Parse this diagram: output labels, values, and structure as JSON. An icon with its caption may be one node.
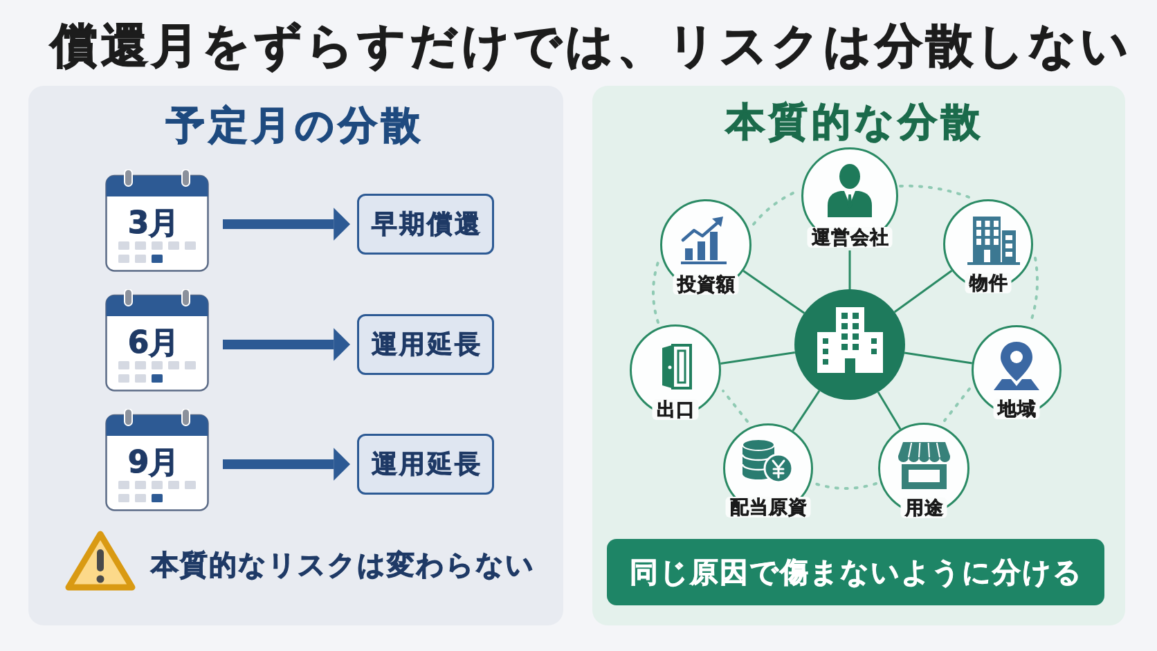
{
  "diagram": {
    "title": "償還月をずらすだけでは、リスクは分散しない",
    "nodes": [
      {
        "text": [
          "予定月の分散"
        ]
      },
      {
        "text": [
          "3月"
        ],
        "in": 0
      },
      {
        "text": [
          "早期償還"
        ],
        "in": 0
      },
      {
        "text": [
          "6月"
        ],
        "in": 0
      },
      {
        "text": [
          "運用延長"
        ],
        "in": 0
      },
      {
        "text": [
          "9月"
        ],
        "in": 0
      },
      {
        "text": [
          "運用延長"
        ],
        "in": 0
      },
      {
        "text": [
          "本質的な分散"
        ]
      },
      {
        "text": [
          "運営会社"
        ],
        "in": 7
      },
      {
        "text": [
          "投資額"
        ],
        "in": 7
      },
      {
        "text": [
          "物件"
        ],
        "in": 7
      },
      {
        "text": [],
        "shape": "circle",
        "in": 7
      },
      {
        "text": [
          "出口"
        ],
        "in": 7
      },
      {
        "text": [
          "地域"
        ],
        "in": 7
      },
      {
        "text": [
          "配当原資"
        ],
        "in": 7
      },
      {
        "text": [
          "用途"
        ],
        "in": 7
      },
      {
        "text": [
          "同じ原因で傷まないように分ける"
        ],
        "in": 7
      }
    ],
    "edges": [
      {
        "from": 1,
        "to": 2,
        "arrow": "to",
        "style": "thick",
        "color": "#2d5a94"
      },
      {
        "from": 3,
        "to": 4,
        "arrow": "to",
        "style": "thick",
        "color": "#2d5a94"
      },
      {
        "from": 5,
        "to": 6,
        "arrow": "to",
        "style": "thick",
        "color": "#2d5a94"
      },
      {
        "from": 11,
        "to": 8,
        "arrow": "none"
      },
      {
        "from": 11,
        "to": 9,
        "arrow": "none"
      },
      {
        "from": 11,
        "to": 10,
        "arrow": "none"
      },
      {
        "from": 11,
        "to": 12,
        "arrow": "none"
      },
      {
        "from": 11,
        "to": 13,
        "arrow": "none"
      },
      {
        "from": 11,
        "to": 14,
        "arrow": "none"
      },
      {
        "from": 11,
        "to": 15,
        "arrow": "none"
      },
      {
        "from": 8,
        "to": 10,
        "arrow": "none",
        "style": "dashed",
        "color": "#8fcab3"
      },
      {
        "from": 10,
        "to": 13,
        "arrow": "none",
        "style": "dashed",
        "color": "#8fcab3"
      },
      {
        "from": 13,
        "to": 15,
        "arrow": "none",
        "style": "dashed",
        "color": "#8fcab3"
      },
      {
        "from": 15,
        "to": 14,
        "arrow": "none",
        "style": "dashed",
        "color": "#8fcab3"
      },
      {
        "from": 14,
        "to": 12,
        "arrow": "none",
        "style": "dashed",
        "color": "#8fcab3"
      },
      {
        "from": 12,
        "to": 9,
        "arrow": "none",
        "style": "dashed",
        "color": "#8fcab3"
      },
      {
        "from": 9,
        "to": 8,
        "arrow": "none",
        "style": "dashed",
        "color": "#8fcab3"
      }
    ],
    "labels": [
      "本質的なリスクは変わらない"
    ]
  }
}
